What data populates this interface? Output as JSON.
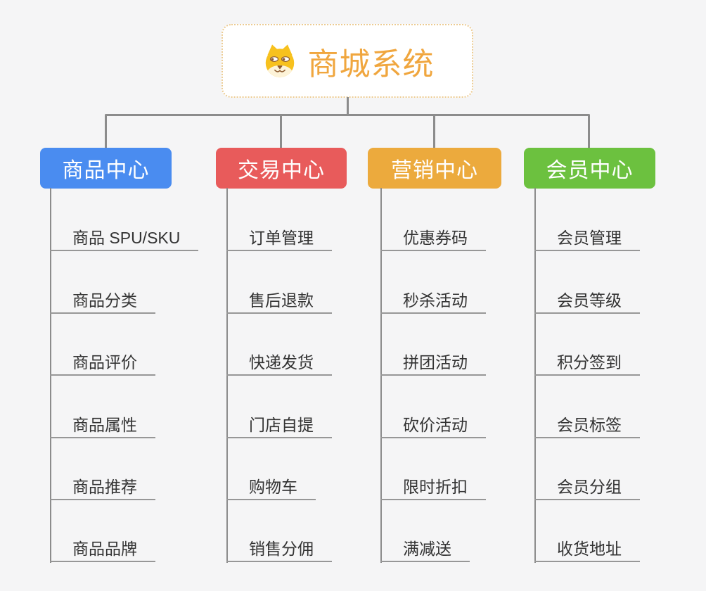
{
  "canvas": {
    "background": "#f5f5f6"
  },
  "lines": {
    "color": "#8c8c8c",
    "underline_color": "#979797"
  },
  "node_text_color": "#333333",
  "root": {
    "title": "商城系统",
    "title_color": "#f0a63e",
    "border_color": "#eccb92",
    "icon": "dog-face-icon",
    "icon_colors": {
      "fur": "#f7c11e",
      "muzzle": "#fdf3d8",
      "features": "#8d5b2f",
      "eye_white": "#ffffff"
    }
  },
  "branches": [
    {
      "label": "商品中心",
      "color": "#4a8cf0",
      "children": [
        "商品 SPU/SKU",
        "商品分类",
        "商品评价",
        "商品属性",
        "商品推荐",
        "商品品牌"
      ]
    },
    {
      "label": "交易中心",
      "color": "#e85b5b",
      "children": [
        "订单管理",
        "售后退款",
        "快递发货",
        "门店自提",
        "购物车",
        "销售分佣"
      ]
    },
    {
      "label": "营销中心",
      "color": "#ecaa3d",
      "children": [
        "优惠券码",
        "秒杀活动",
        "拼团活动",
        "砍价活动",
        "限时折扣",
        "满减送"
      ]
    },
    {
      "label": "会员中心",
      "color": "#6cc13f",
      "children": [
        "会员管理",
        "会员等级",
        "积分签到",
        "会员标签",
        "会员分组",
        "收货地址"
      ]
    }
  ]
}
